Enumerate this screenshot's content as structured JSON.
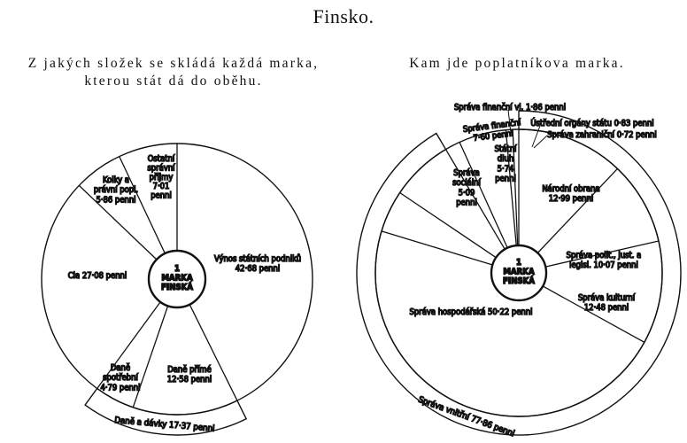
{
  "page": {
    "title": "Finsko."
  },
  "left": {
    "heading_lines": [
      "Z jakých složek se skládá každá marka,",
      "kterou stát dá do oběhu."
    ]
  },
  "right": {
    "heading": "Kam jde poplatníkova marka."
  },
  "chart_data": [
    {
      "type": "pie",
      "title": "Z jakých složek se skládá každá marka, kterou stát dá do oběhu.",
      "center_label": [
        "1",
        "MARKA",
        "FINSKÁ"
      ],
      "unit": "penni",
      "slices": [
        {
          "label": "Výnos státních podniků",
          "value": 42.68,
          "text": [
            "Výnos státních podniků",
            "42·68 penni"
          ]
        },
        {
          "label": "Daně přímé",
          "value": 12.58,
          "text": [
            "Daně přímé",
            "12·58 penni"
          ]
        },
        {
          "label": "Daně spotřební",
          "value": 4.79,
          "text": [
            "Daně",
            "spotřební",
            "4·79 penni"
          ]
        },
        {
          "label": "Cla",
          "value": 27.08,
          "text": [
            "Cla 27·08 penni"
          ]
        },
        {
          "label": "Kolky a právní popl.",
          "value": 5.86,
          "text": [
            "Kolky a",
            "právní popl.",
            "5·86 penni"
          ]
        },
        {
          "label": "Ostatní správní příjmy",
          "value": 7.01,
          "text": [
            "Ostatní",
            "správní",
            "příjmy",
            "7·01",
            "penni"
          ]
        }
      ],
      "groups": [
        {
          "label": "Daně a dávky",
          "value": 17.37,
          "text": "Daně a dávky 17·37 penni",
          "members": [
            "Daně přímé",
            "Daně spotřební"
          ]
        }
      ]
    },
    {
      "type": "pie",
      "title": "Kam jde poplatníkova marka.",
      "center_label": [
        "1",
        "MARKA",
        "FINSKÁ"
      ],
      "unit": "penni",
      "slices": [
        {
          "label": "Národní obrana",
          "value": 12.99,
          "text": [
            "Národní obrana",
            "12·99 penni"
          ]
        },
        {
          "label": "Správa polit., just. a legisl.",
          "value": 10.07,
          "text": [
            "Správa polit., just. a",
            "legisl.   10·07 penni"
          ]
        },
        {
          "label": "Správa kulturní",
          "value": 12.48,
          "text": [
            "Správa kulturní",
            "12·48 penni"
          ]
        },
        {
          "label": "Správa hospodářská",
          "value": 50.22,
          "text": [
            "Správa hospodářská 50·22 penni"
          ]
        },
        {
          "label": "Správa sociální",
          "value": 5.09,
          "text": [
            "Správa",
            "sociální",
            "5·09",
            "penni"
          ]
        },
        {
          "label": "Správa finanční",
          "value": 7.6,
          "text": [
            "Správa finanční",
            "7·60 penni"
          ]
        },
        {
          "label": "Správa finanční vl.",
          "value": 1.86,
          "text": [
            "Správa finanční vl. 1·86 penni"
          ]
        },
        {
          "label": "Státní dluh",
          "value": 5.74,
          "text": [
            "Státní",
            "dluh",
            "5·74",
            "penni"
          ]
        },
        {
          "label": "Ústřední orgány státu",
          "value": 0.83,
          "text": [
            "Ústřední orgány státu 0·83 penni"
          ]
        },
        {
          "label": "Správa zahraniční",
          "value": 0.72,
          "text": [
            "Správa zahraniční 0·72 penni"
          ]
        }
      ],
      "groups": [
        {
          "label": "Správa vnitřní",
          "value": 77.86,
          "text": "Správa vnitřní 77·86 penni"
        }
      ]
    }
  ]
}
